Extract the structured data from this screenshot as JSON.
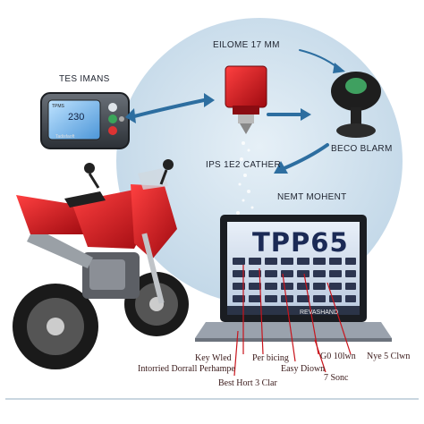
{
  "labels": {
    "top_center": "EILOME 17 MM",
    "top_left": "TES IMANS",
    "right_alarm": "BECO BLARM",
    "mid_catcher": "IPS 1E2 CATHER",
    "mid_moment": "NEMT MOHENT",
    "laptop_overlay": "REVASHAND",
    "key_wed": "Key Wled",
    "per_bicing": "Per bicing",
    "go_10lwn": "G0 10lwn",
    "nye_clwn": "Nye 5 Clwn",
    "intorried": "Intorried Dorrall Perhampe",
    "easy_diown": "Easy Diown",
    "sonc": "7 Sonc",
    "best_hort": "Best Hort 3 Clar"
  },
  "device": {
    "brand": "TPMS",
    "reading": "230",
    "footer": "Tadisfaoft"
  },
  "laptop": {
    "title": "TPP65"
  },
  "colors": {
    "accent_red": "#c8141c",
    "circle_blue": "#c9dcea",
    "arrow_blue": "#2d6ea0",
    "laptop_screen": "#cfdcee"
  },
  "icons": [
    "tpms-device-icon",
    "red-sensor-icon",
    "alarm-mirror-icon",
    "motorcycle-image",
    "laptop-image"
  ]
}
